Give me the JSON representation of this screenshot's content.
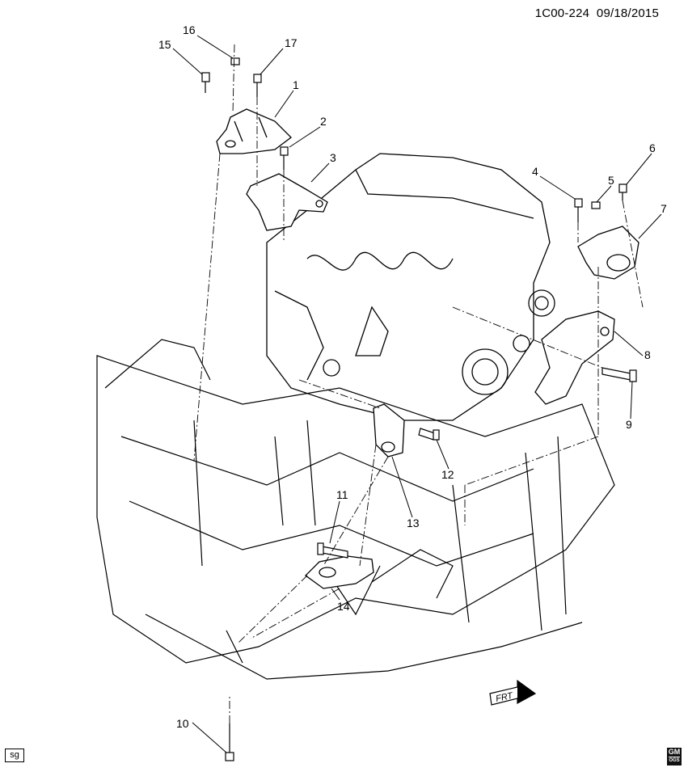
{
  "header": {
    "code": "1C00-224",
    "date": "09/18/2015"
  },
  "callouts": [
    {
      "id": "16",
      "label": "16"
    },
    {
      "id": "15",
      "label": "15"
    },
    {
      "id": "17",
      "label": "17"
    },
    {
      "id": "1",
      "label": "1"
    },
    {
      "id": "2",
      "label": "2"
    },
    {
      "id": "3",
      "label": "3"
    },
    {
      "id": "4",
      "label": "4"
    },
    {
      "id": "5",
      "label": "5"
    },
    {
      "id": "6",
      "label": "6"
    },
    {
      "id": "7",
      "label": "7"
    },
    {
      "id": "8",
      "label": "8"
    },
    {
      "id": "9",
      "label": "9"
    },
    {
      "id": "12",
      "label": "12"
    },
    {
      "id": "11",
      "label": "11"
    },
    {
      "id": "13",
      "label": "13"
    },
    {
      "id": "14",
      "label": "14"
    },
    {
      "id": "10",
      "label": "10"
    }
  ],
  "direction_label": "FRT",
  "badge": "sg",
  "logo": {
    "text": "GM",
    "sub": "OGS"
  }
}
